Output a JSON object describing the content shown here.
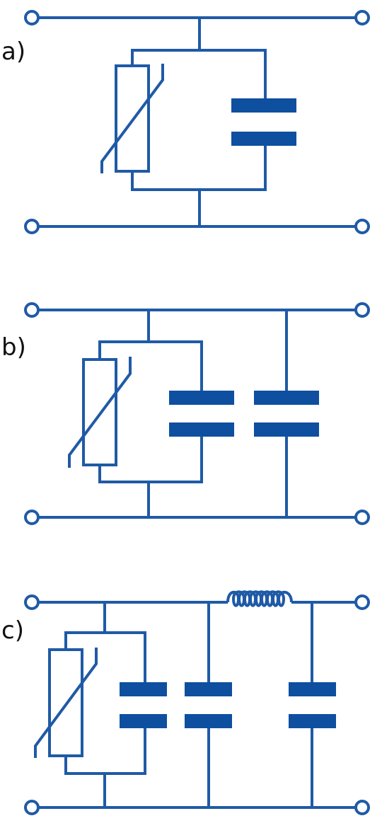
{
  "diagram": {
    "stroke_color": "#1f5aa6",
    "plate_color": "#0e4fa0",
    "background": "#ffffff",
    "panels": [
      {
        "label": "a)",
        "components": [
          "varistor",
          "capacitor"
        ]
      },
      {
        "label": "b)",
        "components": [
          "varistor",
          "capacitor",
          "capacitor"
        ]
      },
      {
        "label": "c)",
        "components": [
          "varistor",
          "capacitor",
          "capacitor",
          "inductor",
          "capacitor"
        ]
      }
    ]
  }
}
